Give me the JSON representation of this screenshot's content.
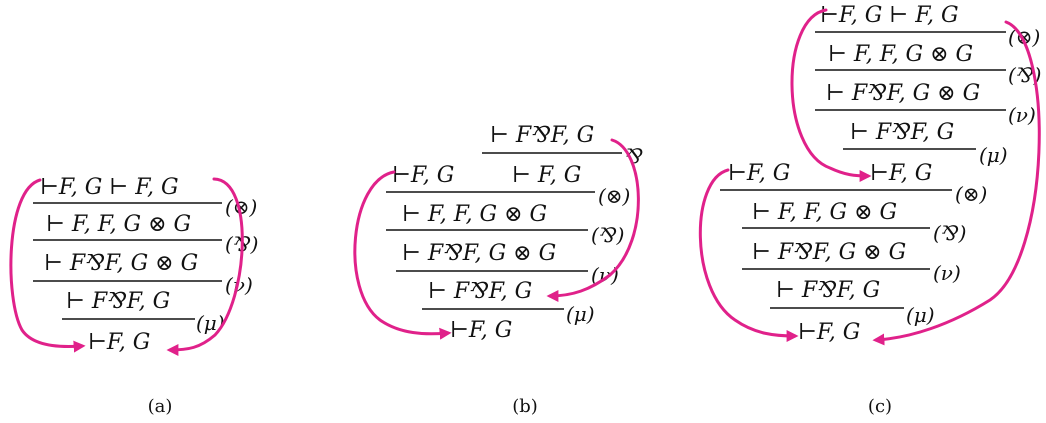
{
  "panels": [
    {
      "caption": "(a)",
      "lines": [
        "⊢F, G   ⊢ F, G",
        "⊢ F, F, G ⊗ G",
        "⊢ F⅋F, G ⊗ G",
        "⊢ F⅋F, G",
        "⊢F, G"
      ],
      "rules": [
        "(⊗)",
        "(⅋)",
        "(ν)",
        "(μ)"
      ]
    },
    {
      "caption": "(b)",
      "top": "⊢ F⅋F, G",
      "top_rule": "⅋",
      "left_premise": "⊢F, G",
      "lines": [
        "⊢ F, G",
        "⊢ F, F, G ⊗ G",
        "⊢ F⅋F, G ⊗ G",
        "⊢ F⅋F, G",
        "⊢F, G"
      ],
      "rules": [
        "(⊗)",
        "(⅋)",
        "(ν)",
        "(μ)"
      ]
    },
    {
      "caption": "(c)",
      "upper_lines": [
        "⊢F, G   ⊢ F, G",
        "⊢ F, F, G ⊗ G",
        "⊢ F⅋F, G ⊗ G",
        "⊢ F⅋F, G"
      ],
      "upper_rules": [
        "(⊗)",
        "(⅋)",
        "(ν)",
        "(μ)"
      ],
      "left_premise": "⊢F, G",
      "lines": [
        "⊢F, G",
        "⊢ F, F, G ⊗ G",
        "⊢ F⅋F, G ⊗ G",
        "⊢ F⅋F, G",
        "⊢F, G"
      ],
      "rules": [
        "(⊗)",
        "(⅋)",
        "(ν)",
        "(μ)"
      ]
    }
  ],
  "colors": {
    "arrow": "#e0218a",
    "text": "#111111"
  }
}
